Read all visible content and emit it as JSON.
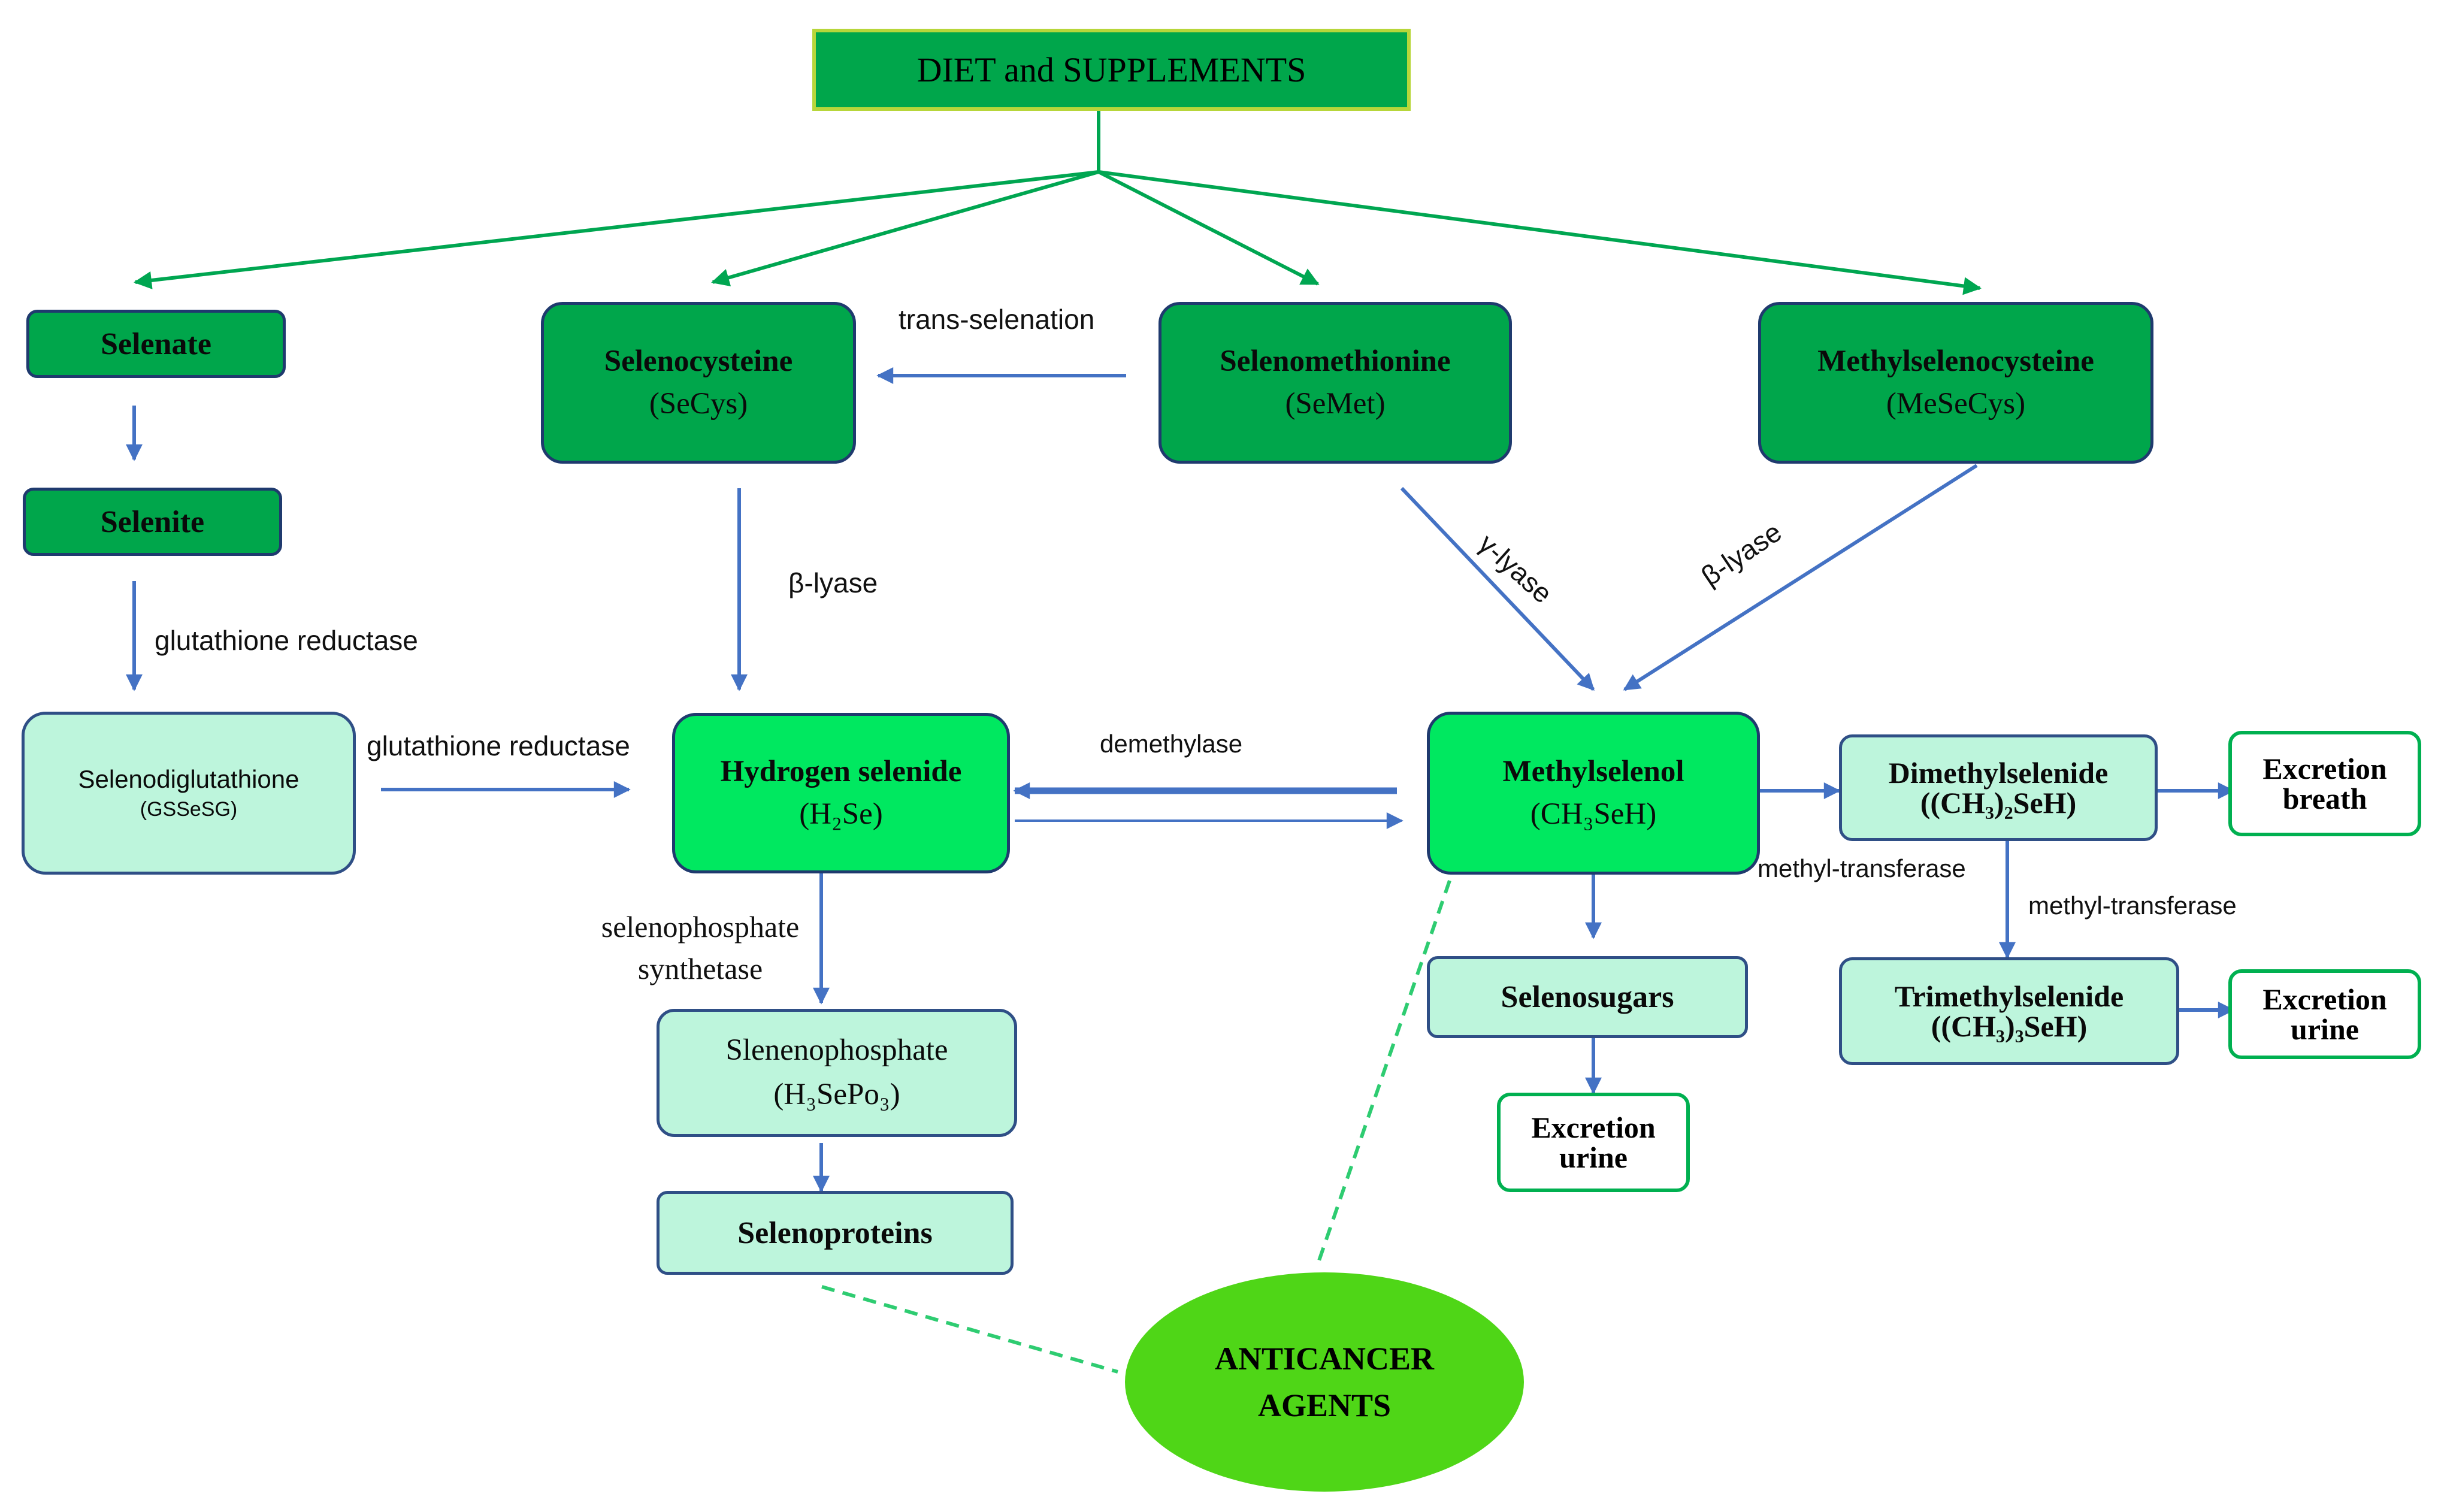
{
  "colors": {
    "dark_box": "#00a64b",
    "bright_box": "#00e860",
    "light_box": "#bdf5dc",
    "green_arrow": "#00a651",
    "blue_arrow": "#4472c4",
    "dashed_link": "#2ecc71",
    "anticancer_oval": "#4fd617"
  },
  "top": {
    "title": "DIET and SUPPLEMENTS"
  },
  "sources": {
    "selenate": "Selenate",
    "selenite": "Selenite",
    "selenocysteine": {
      "name": "Selenocysteine",
      "abbr": "(SeCys)"
    },
    "selenomethionine": {
      "name": "Selenomethionine",
      "abbr": "(SeMet)"
    },
    "methylselenocysteine": {
      "name": "Methylselenocysteine",
      "abbr": "(MeSeCys)"
    }
  },
  "intermediates": {
    "selenodiglutathione": {
      "name": "Selenodiglutathione",
      "abbr": "(GSSeSG)"
    },
    "hydrogen_selenide": {
      "name": "Hydrogen selenide",
      "formula": "(H₂Se)"
    },
    "methylselenol": {
      "name": "Methylselenol",
      "formula": "(CH₃SeH)"
    },
    "selenophosphate": {
      "name": "Slenenophosphate",
      "formula": "(H₃SePo₃)"
    },
    "selenoproteins": "Selenoproteins",
    "selenosugars": "Selenosugars",
    "dimethylselenide": {
      "name": "Dimethylselenide",
      "formula": "((CH₃)₂SeH)"
    },
    "trimethylselenide": {
      "name": "Trimethylselenide",
      "formula": "((CH₃)₃SeH)"
    }
  },
  "excretion": {
    "breath": {
      "line1": "Excretion",
      "line2": "breath"
    },
    "urine_right": {
      "line1": "Excretion",
      "line2": "urine"
    },
    "urine_center": {
      "line1": "Excretion",
      "line2": "urine"
    }
  },
  "enzymes": {
    "trans_selenation": "trans-selenation",
    "glutathione_reductase_1": "glutathione reductase",
    "glutathione_reductase_2": "glutathione reductase",
    "beta_lyase_1": "β-lyase",
    "gamma_lyase": "γ-lyase",
    "beta_lyase_2": "β-lyase",
    "demethylase": "demethylase",
    "selenophosphate_synthetase_1": "selenophosphate",
    "selenophosphate_synthetase_2": "synthetase",
    "methyl_transferase_1": "methyl-transferase",
    "methyl_transferase_2": "methyl-transferase"
  },
  "anticancer": {
    "line1": "ANTICANCER",
    "line2": "AGENTS"
  }
}
